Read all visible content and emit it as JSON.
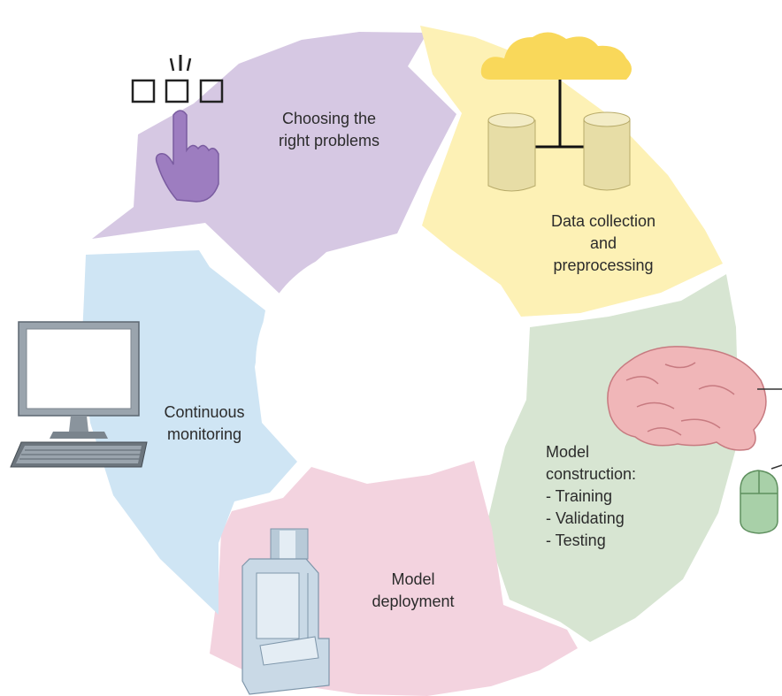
{
  "diagram": {
    "type": "cycle",
    "stages": [
      {
        "id": "choosing",
        "lines": [
          "Choosing the",
          "right problems"
        ],
        "color": "#d6c8e3",
        "icon": "hand-pointing-boxes-icon"
      },
      {
        "id": "data",
        "lines": [
          "Data collection",
          "and",
          "preprocessing"
        ],
        "color": "#fdf1b5",
        "icon": "cloud-database-icon"
      },
      {
        "id": "model",
        "lines": [
          "Model",
          "construction:",
          "- Training",
          "- Validating",
          "- Testing"
        ],
        "color": "#d7e5d2",
        "icon": "brain-mouse-icon"
      },
      {
        "id": "deployment",
        "lines": [
          "Model",
          "deployment"
        ],
        "color": "#f3d3df",
        "icon": "server-machine-icon"
      },
      {
        "id": "monitoring",
        "lines": [
          "Continuous",
          "monitoring"
        ],
        "color": "#cfe5f4",
        "icon": "computer-monitor-icon"
      }
    ]
  },
  "colors": {
    "hand": "#9d7dc0",
    "cloud": "#f9d85a",
    "cylinder": "#e7dda6",
    "brain": "#f0b6b8",
    "mouse": "#a8d0a8",
    "machine": "#c9d9e6",
    "monitor": "#9aa4ad"
  }
}
